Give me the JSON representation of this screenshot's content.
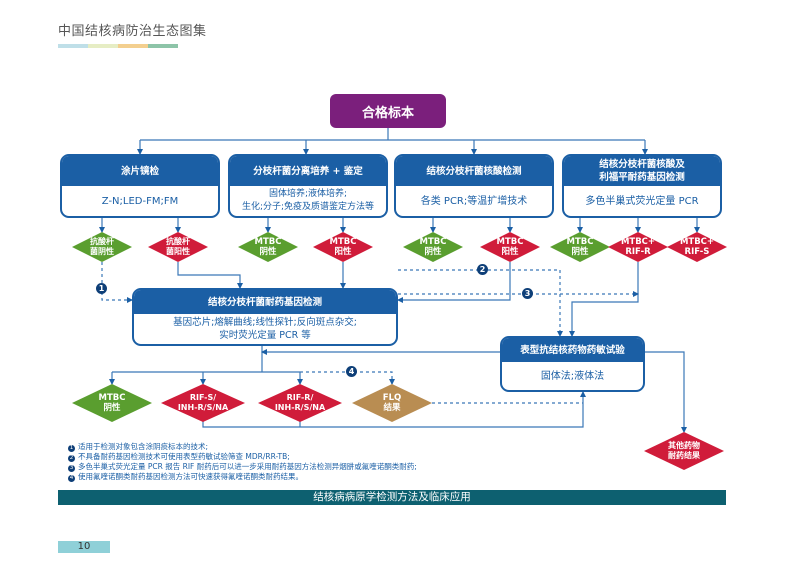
{
  "header": {
    "title": "中国结核病防治生态图集",
    "color_bar": [
      "#bfdfe8",
      "#e6edc4",
      "#f3cf8f",
      "#8dc4a8"
    ]
  },
  "colors": {
    "primary_blue": "#1b5fa5",
    "root_purple": "#7b1f7c",
    "negative_green": "#5a9e2f",
    "positive_red": "#d01c3a",
    "flq_tan": "#b98d52",
    "footer_teal": "#0d6070",
    "page_tab": "#8fd0d8"
  },
  "root": {
    "label": "合格标本"
  },
  "methods": [
    {
      "title": "涂片镜检",
      "body": [
        "Z-N;LED-FM;FM"
      ]
    },
    {
      "title": "分枝杆菌分离培养 + 鉴定",
      "body": [
        "固体培养;液体培养;",
        "生化;分子;免疫及质谱鉴定方法等"
      ]
    },
    {
      "title": "结核分枝杆菌核酸检测",
      "body": [
        "各类 PCR;等温扩增技术"
      ]
    },
    {
      "title": "结核分枝杆菌核酸及\n利福平耐药基因检测",
      "body": [
        "多色半巢式荧光定量 PCR"
      ]
    }
  ],
  "results_row1": [
    {
      "label": "抗酸杆\n菌阴性",
      "type": "negative"
    },
    {
      "label": "抗酸杆\n菌阳性",
      "type": "positive"
    },
    {
      "label": "MTBC\n阴性",
      "type": "negative"
    },
    {
      "label": "MTBC\n阳性",
      "type": "positive"
    },
    {
      "label": "MTBC\n阴性",
      "type": "negative"
    },
    {
      "label": "MTBC\n阳性",
      "type": "positive"
    },
    {
      "label": "MTBC\n阴性",
      "type": "negative"
    },
    {
      "label": "MTBC+\nRIF-R",
      "type": "positive"
    },
    {
      "label": "MTBC+\nRIF-S",
      "type": "positive"
    }
  ],
  "gene_test": {
    "title": "结核分枝杆菌耐药基因检测",
    "body": [
      "基因芯片;熔解曲线;线性探针;反向斑点杂交;",
      "实时荧光定量 PCR 等"
    ]
  },
  "phenotype_test": {
    "title": "表型抗结核药物药敏试验",
    "body": [
      "固体法;液体法"
    ]
  },
  "results_row2": [
    {
      "label": "MTBC\n阴性",
      "type": "negative"
    },
    {
      "label": "RIF-S/\nINH-R/S/NA",
      "type": "positive"
    },
    {
      "label": "RIF-R/\nINH-R/S/NA",
      "type": "positive"
    },
    {
      "label": "FLQ\n结果",
      "type": "flq"
    }
  ],
  "other_result": {
    "label": "其他药物\n耐药结果",
    "type": "positive"
  },
  "markers": [
    "1",
    "2",
    "3",
    "4"
  ],
  "notes": [
    "适用于检测对象包含涂阴痰标本的技术;",
    "不具备耐药基因检测技术可使用表型药敏试验筛查 MDR/RR-TB;",
    "多色半巢式荧光定量 PCR 报告 RIF 耐药后可以进一步采用耐药基因方法检测异烟肼或氟喹诺酮类耐药;",
    "使用氟喹诺酮类耐药基因检测方法可快速获得氟喹诺酮类耐药结果。"
  ],
  "footer": {
    "section_title": "结核病病原学检测方法及临床应用"
  },
  "page_number": "10"
}
